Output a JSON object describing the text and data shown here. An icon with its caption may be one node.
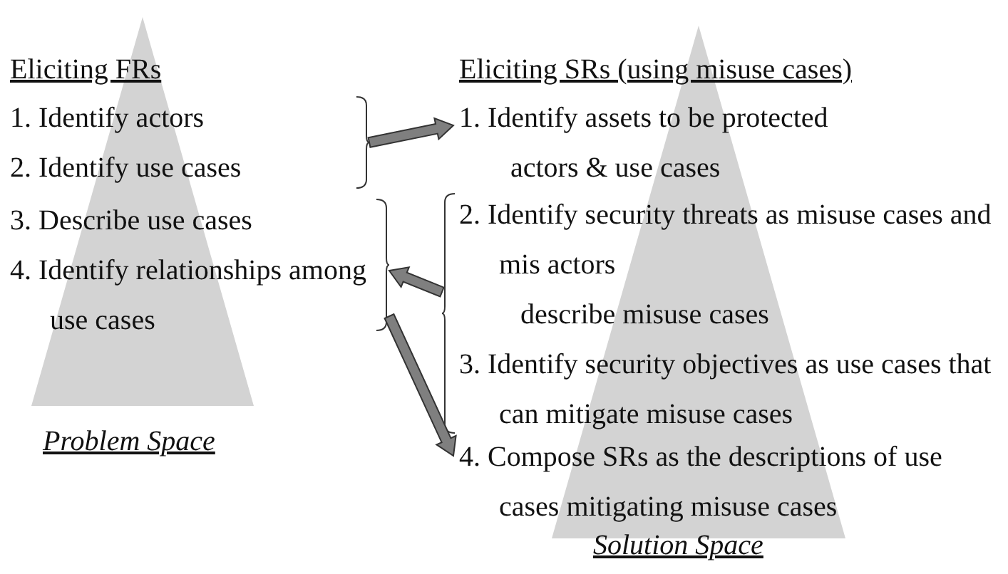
{
  "diagram": {
    "nodes": [
      {
        "text": [
          "1. Identify actors",
          "2. Identify use cases"
        ]
      },
      {
        "text": [
          "3. Describe use cases",
          "4. Identify relationships among use cases"
        ]
      },
      {
        "text": [
          "1. Identify assets to be protected",
          "actors & use cases"
        ]
      },
      {
        "text": [
          "2. Identify security threats as misuse cases and mis actors",
          "describe misuse cases",
          "3. Identify security objectives as use cases that can mitigate misuse cases"
        ]
      },
      {
        "text": [
          "4. Compose SRs as the descriptions of use cases mitigating misuse cases"
        ]
      }
    ],
    "edges": [
      {
        "from": 0,
        "to": 2,
        "arrow": "to"
      },
      {
        "from": 3,
        "to": 1,
        "arrow": "to"
      },
      {
        "from": 1,
        "to": 4,
        "arrow": "to"
      }
    ],
    "labels": [
      "Eliciting FRs",
      "Problem Space",
      "Eliciting SRs (using misuse cases)",
      "Solution Space"
    ]
  }
}
